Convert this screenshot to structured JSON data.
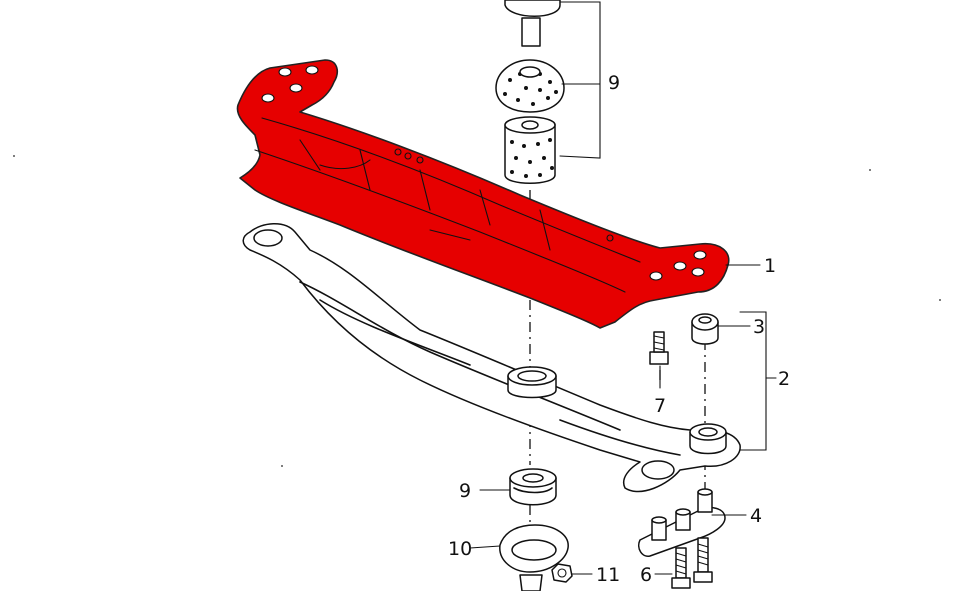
{
  "diagram": {
    "highlight_color": "#e60000",
    "line_color": "#111111",
    "callouts": [
      {
        "id": "c1",
        "label": "1"
      },
      {
        "id": "c2",
        "label": "2"
      },
      {
        "id": "c3",
        "label": "3"
      },
      {
        "id": "c4",
        "label": "4"
      },
      {
        "id": "c6",
        "label": "6"
      },
      {
        "id": "c7",
        "label": "7"
      },
      {
        "id": "c9a",
        "label": "9"
      },
      {
        "id": "c9b",
        "label": "9"
      },
      {
        "id": "c10",
        "label": "10"
      },
      {
        "id": "c11",
        "label": "11"
      }
    ]
  }
}
